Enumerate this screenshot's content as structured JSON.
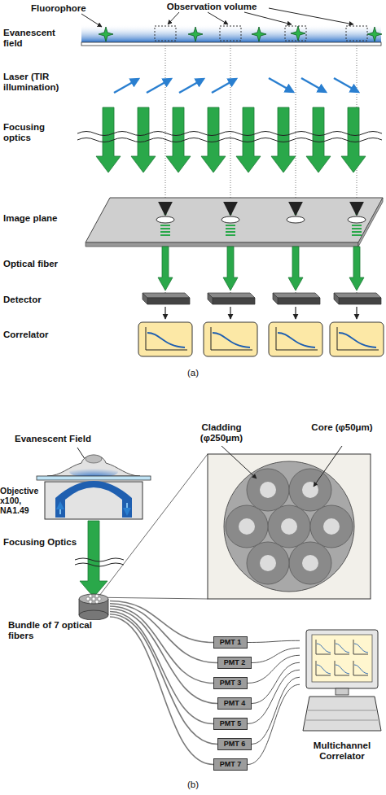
{
  "diagram": {
    "nodes": [
      {
        "text": [
          "Bundle of 7 optical fibers"
        ]
      },
      {
        "text": [
          "PMT 1"
        ]
      },
      {
        "text": [
          "PMT 2"
        ]
      },
      {
        "text": [
          "PMT 3"
        ]
      },
      {
        "text": [
          "PMT 4"
        ]
      },
      {
        "text": [
          "PMT 5"
        ]
      },
      {
        "text": [
          "PMT 6"
        ]
      },
      {
        "text": [
          "PMT 7"
        ]
      },
      {
        "text": [
          "Multichannel Correlator"
        ]
      }
    ],
    "edges": [
      {
        "from": 0,
        "to": 1,
        "arrow": "none"
      },
      {
        "from": 0,
        "to": 2,
        "arrow": "none"
      },
      {
        "from": 0,
        "to": 3,
        "arrow": "none"
      },
      {
        "from": 0,
        "to": 4,
        "arrow": "none"
      },
      {
        "from": 0,
        "to": 5,
        "arrow": "none"
      },
      {
        "from": 0,
        "to": 6,
        "arrow": "none"
      },
      {
        "from": 0,
        "to": 7,
        "arrow": "none"
      },
      {
        "from": 1,
        "to": 8,
        "arrow": "none"
      },
      {
        "from": 2,
        "to": 8,
        "arrow": "none"
      },
      {
        "from": 3,
        "to": 8,
        "arrow": "none"
      },
      {
        "from": 4,
        "to": 8,
        "arrow": "none"
      },
      {
        "from": 5,
        "to": 8,
        "arrow": "none"
      },
      {
        "from": 6,
        "to": 8,
        "arrow": "none"
      },
      {
        "from": 7,
        "to": 8,
        "arrow": "none"
      }
    ],
    "labels": [
      "Fluorophore",
      "Observation volume",
      "Evanescent field",
      "Laser (TIR illumination)",
      "Focusing optics",
      "Image plane",
      "Optical fiber",
      "Detector",
      "Correlator",
      "(a)",
      "Evanescent Field",
      "Objective x100, NA1.49",
      "Focusing Optics",
      "Cladding (φ250μm)",
      "Core (φ50μm)",
      "(b)"
    ]
  }
}
